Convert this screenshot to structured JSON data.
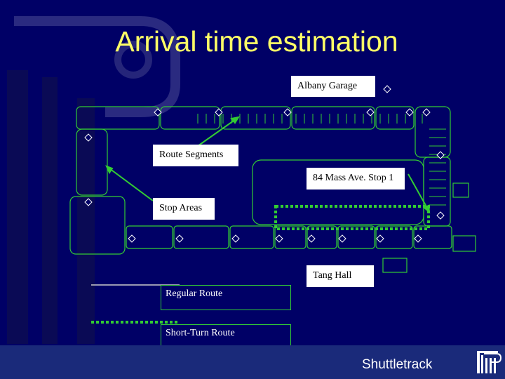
{
  "title": "Arrival time estimation",
  "labels": {
    "albany_garage": "Albany Garage",
    "route_segments": "Route Segments",
    "mass_ave_stop": "84 Mass Ave. Stop 1",
    "stop_areas": "Stop Areas",
    "tang_hall": "Tang Hall"
  },
  "legend": {
    "regular_route": "Regular Route",
    "short_turn_route": "Short-Turn Route"
  },
  "footer": {
    "brand": "Shuttletrack"
  },
  "colors": {
    "background": "#000066",
    "title": "#ffff66",
    "route": "#33cc33",
    "label_bg": "#ffffff",
    "footer_bar": "#1a2a7a"
  }
}
